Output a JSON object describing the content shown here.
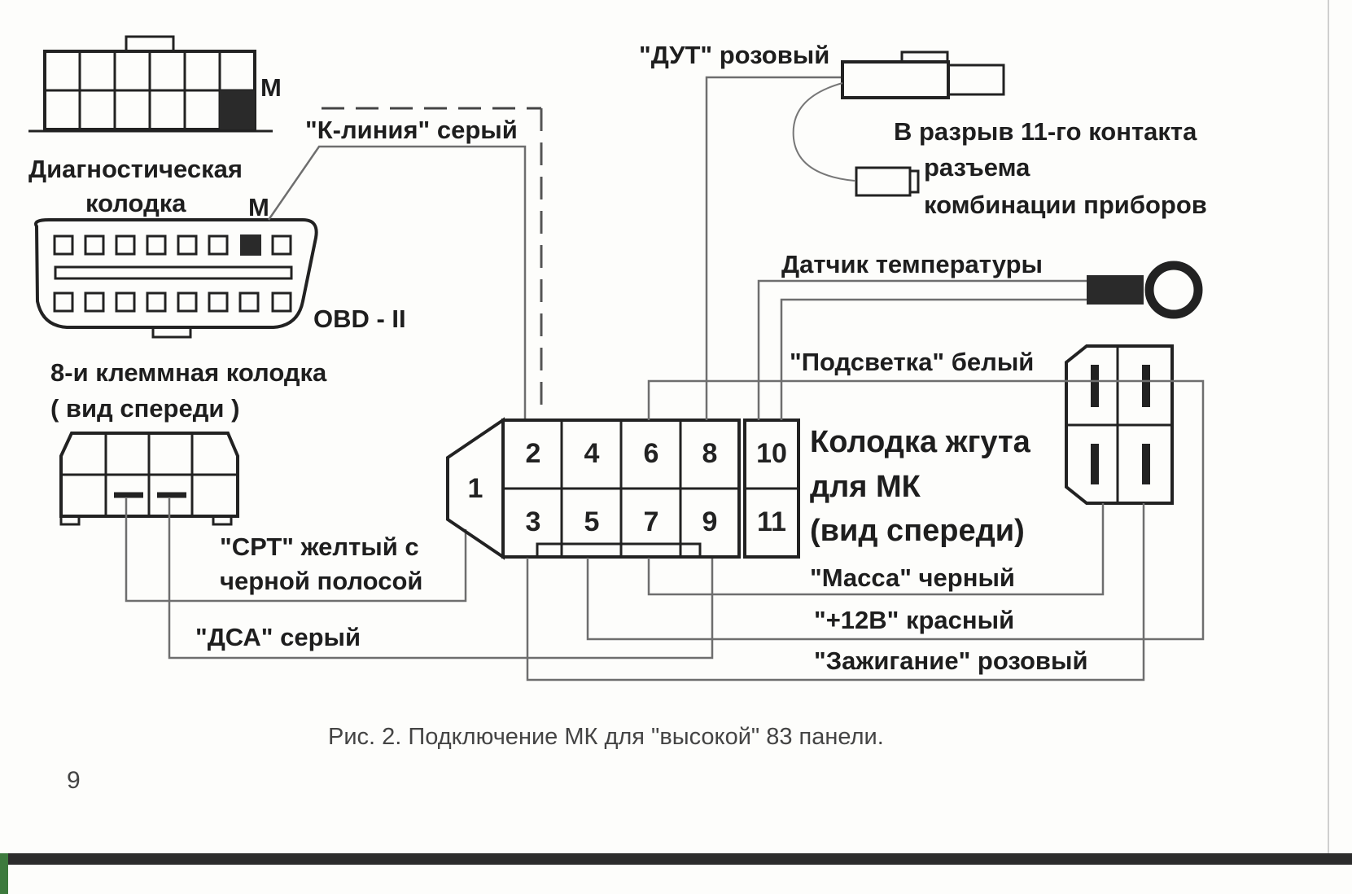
{
  "labels": {
    "dut": "\"ДУТ\" розовый",
    "k_line": "\"К-линия\" серый",
    "m_top": "М",
    "m_obd": "М",
    "diag_line1": "Диагностическая",
    "diag_line2": "колодка",
    "obd": "OBD - II",
    "eight_pin_line1": "8-и клеммная колодка",
    "eight_pin_line2": "( вид спереди )",
    "break_line1": "В разрыв 11-го контакта",
    "break_line2": "разъема",
    "break_line3": "комбинации приборов",
    "temp_sensor": "Датчик температуры",
    "backlight": "\"Подсветка\" белый",
    "harness_line1": "Колодка жгута",
    "harness_line2": "для  МК",
    "harness_line3": "(вид спереди)",
    "srt_line1": "\"СРТ\" желтый с",
    "srt_line2": "черной полосой",
    "dsa": "\"ДСА\"   серый",
    "ground": "\"Масса\" черный",
    "plus12": "\"+12В\" красный",
    "ignition": "\"Зажигание\" розовый"
  },
  "pins": {
    "p1": "1",
    "p2": "2",
    "p3": "3",
    "p4": "4",
    "p5": "5",
    "p6": "6",
    "p7": "7",
    "p8": "8",
    "p9": "9",
    "p10": "10",
    "p11": "11"
  },
  "caption": "Рис. 2. Подключение МК для \"высокой\" 83 панели.",
  "page_number": "9"
}
